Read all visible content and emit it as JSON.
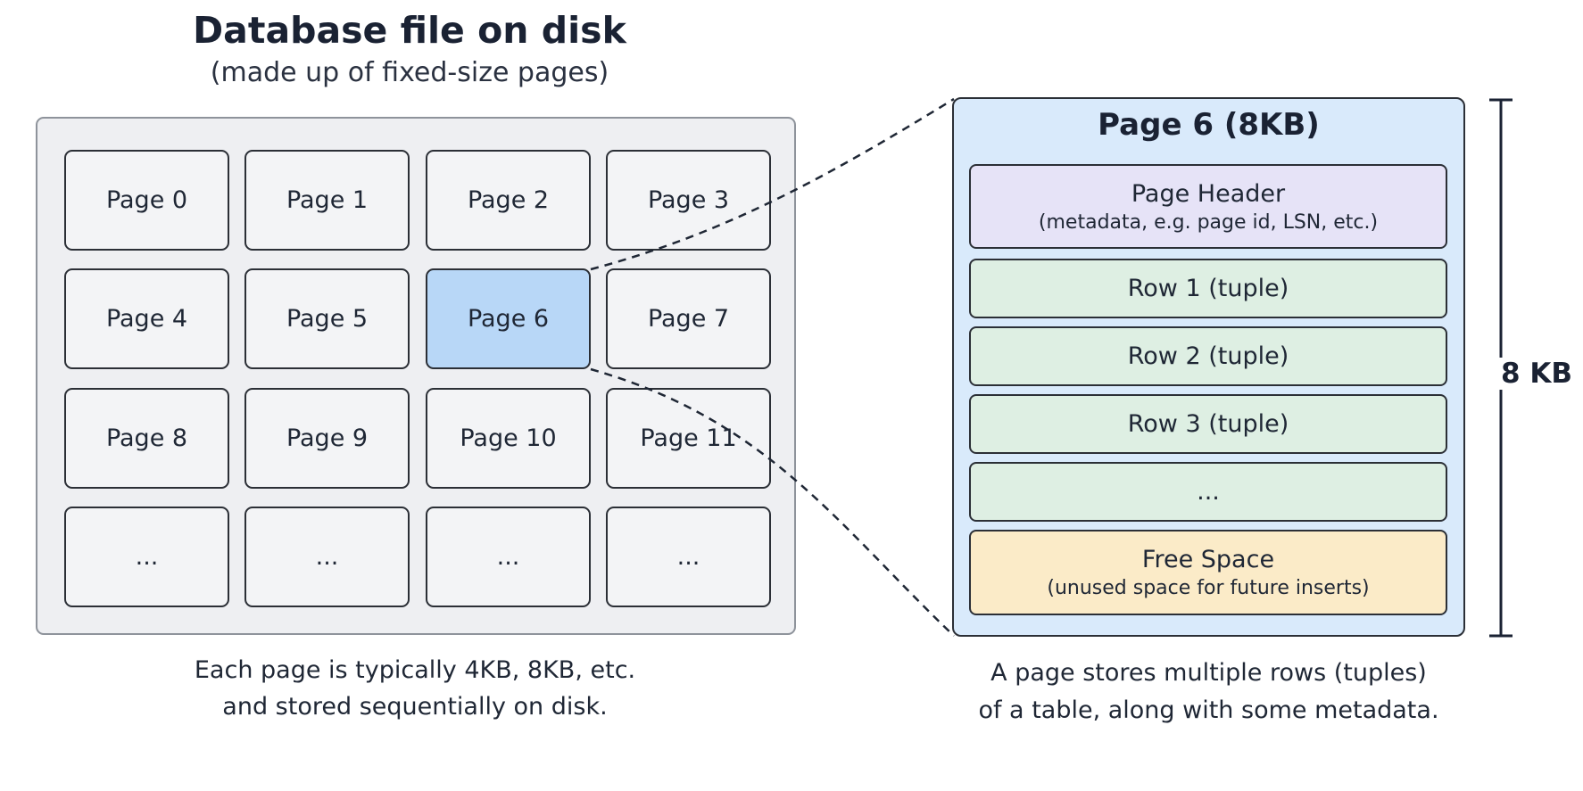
{
  "disk": {
    "title": "Database file on disk",
    "subtitle": "(made up of fixed-size pages)",
    "pages": [
      "Page 0",
      "Page 1",
      "Page 2",
      "Page 3",
      "Page 4",
      "Page 5",
      "Page 6",
      "Page 7",
      "Page 8",
      "Page 9",
      "Page 10",
      "Page 11",
      "...",
      "...",
      "...",
      "..."
    ],
    "selected_page": "Page 6",
    "caption_line1": "Each page is typically 4KB, 8KB, etc.",
    "caption_line2": "and stored sequentially on disk."
  },
  "page_detail": {
    "title": "Page 6 (8KB)",
    "header": {
      "label": "Page Header",
      "sublabel": "(metadata, e.g. page id, LSN, etc.)"
    },
    "rows": [
      "Row 1 (tuple)",
      "Row 2 (tuple)",
      "Row 3 (tuple)",
      "..."
    ],
    "free_space": {
      "label": "Free Space",
      "sublabel": "(unused space for future inserts)"
    },
    "size_label": "8 KB",
    "caption_line1": "A page stores multiple rows (tuples)",
    "caption_line2": "of a table, along with some metadata."
  },
  "colors": {
    "selected_page": "#b8d7f7",
    "page_detail_bg": "#d9eafb",
    "header_bg": "#e6e3f7",
    "row_bg": "#deefe3",
    "free_space_bg": "#fbebc8",
    "disk_bg": "#eeeff2"
  }
}
